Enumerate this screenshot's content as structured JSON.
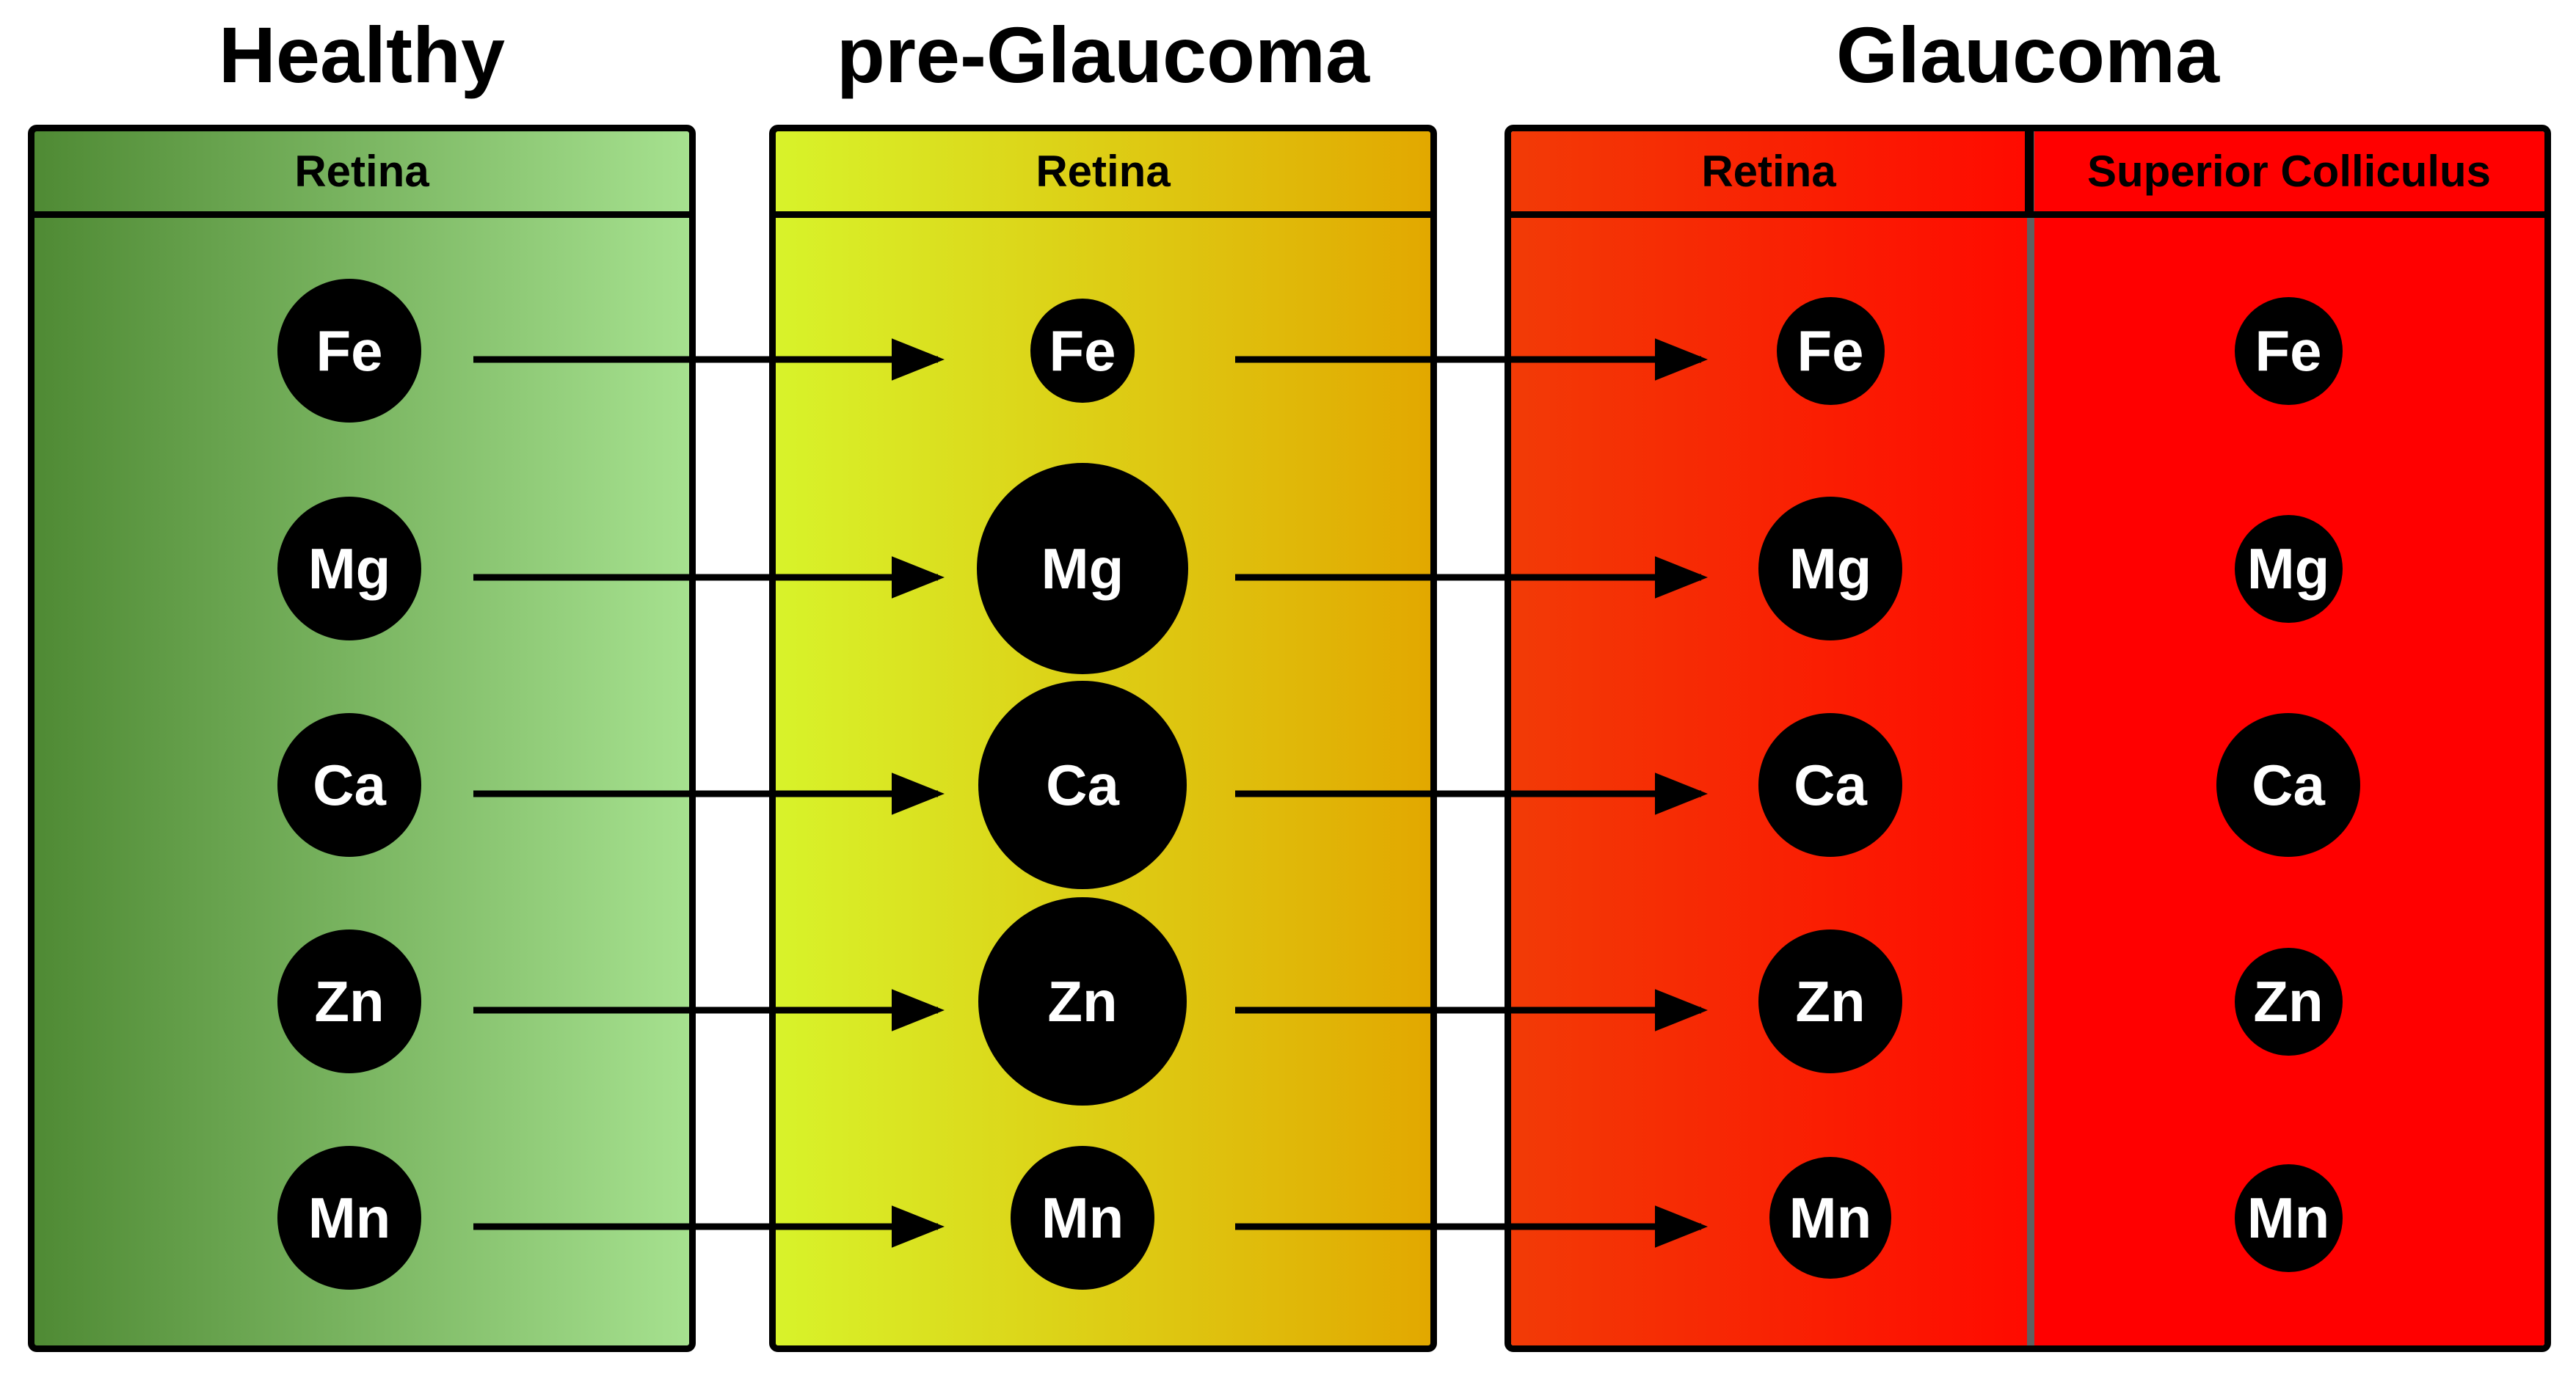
{
  "colors": {
    "healthy_gradient": [
      "#4f8a34",
      "#a6e18f"
    ],
    "pre_glaucoma_gradient": [
      "#d8f32a",
      "#e2a800"
    ],
    "glaucoma_gradient": [
      "#f23b06",
      "#ff0a00"
    ],
    "superior_colliculus": "#ff0000",
    "circle": "#000000",
    "circle_text": "#ffffff"
  },
  "stages": [
    {
      "title": "Healthy",
      "regions": [
        {
          "label": "Retina",
          "elements": [
            {
              "symbol": "Fe",
              "relative_size": 1.0
            },
            {
              "symbol": "Mg",
              "relative_size": 1.0
            },
            {
              "symbol": "Ca",
              "relative_size": 1.0
            },
            {
              "symbol": "Zn",
              "relative_size": 1.0
            },
            {
              "symbol": "Mn",
              "relative_size": 1.0
            }
          ]
        }
      ]
    },
    {
      "title": "pre-Glaucoma",
      "regions": [
        {
          "label": "Retina",
          "elements": [
            {
              "symbol": "Fe",
              "relative_size": 0.72
            },
            {
              "symbol": "Mg",
              "relative_size": 1.47
            },
            {
              "symbol": "Ca",
              "relative_size": 1.45
            },
            {
              "symbol": "Zn",
              "relative_size": 1.45
            },
            {
              "symbol": "Mn",
              "relative_size": 1.0
            }
          ]
        }
      ]
    },
    {
      "title": "Glaucoma",
      "regions": [
        {
          "label": "Retina",
          "elements": [
            {
              "symbol": "Fe",
              "relative_size": 0.75
            },
            {
              "symbol": "Mg",
              "relative_size": 1.0
            },
            {
              "symbol": "Ca",
              "relative_size": 1.0
            },
            {
              "symbol": "Zn",
              "relative_size": 1.0
            },
            {
              "symbol": "Mn",
              "relative_size": 0.85
            }
          ]
        },
        {
          "label": "Superior Colliculus",
          "elements": [
            {
              "symbol": "Fe",
              "relative_size": 0.75
            },
            {
              "symbol": "Mg",
              "relative_size": 0.75
            },
            {
              "symbol": "Ca",
              "relative_size": 1.0
            },
            {
              "symbol": "Zn",
              "relative_size": 0.75
            },
            {
              "symbol": "Mn",
              "relative_size": 0.75
            }
          ]
        }
      ]
    }
  ]
}
